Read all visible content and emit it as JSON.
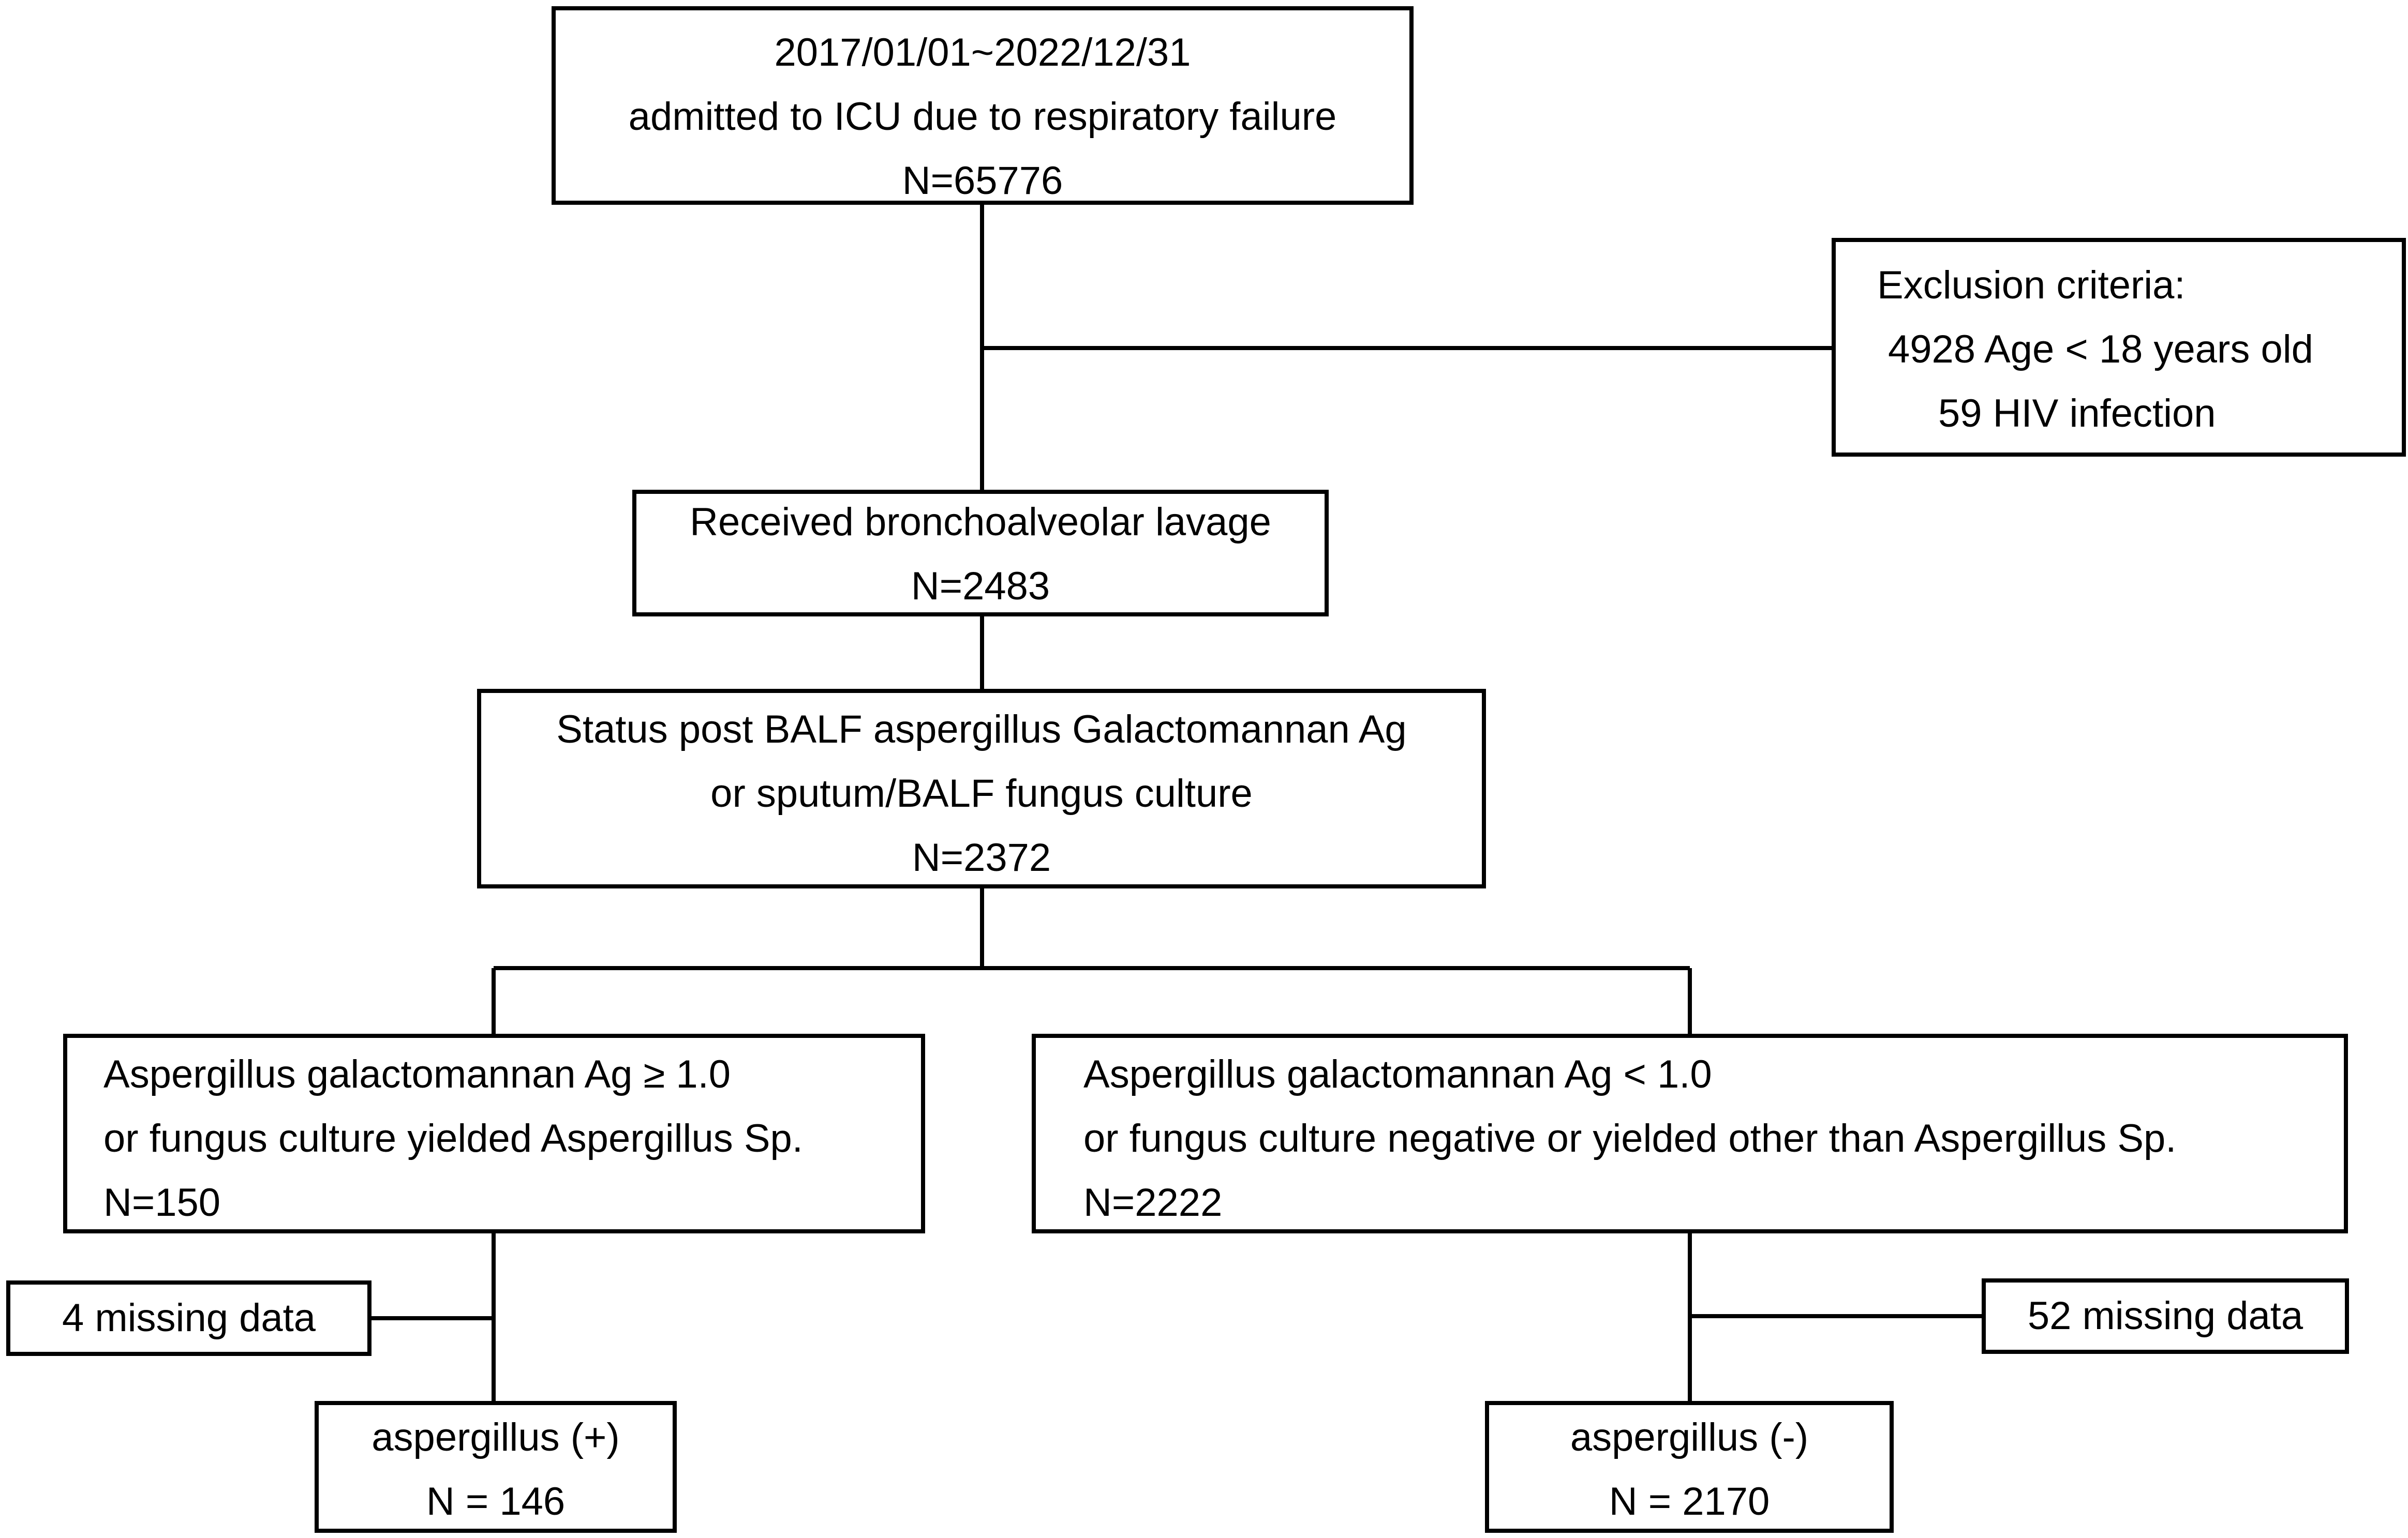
{
  "flow": {
    "admitted": {
      "lines": [
        "2017/01/01~2022/12/31",
        "admitted to ICU due to respiratory failure",
        "N=65776"
      ]
    },
    "exclusion": {
      "title": "Exclusion criteria:",
      "items": [
        "4928 Age < 18 years old",
        "59 HIV infection"
      ]
    },
    "lavage": {
      "lines": [
        "Received bronchoalveolar lavage",
        "N=2483"
      ]
    },
    "status_post": {
      "lines": [
        "Status post BALF aspergillus Galactomannan Ag",
        "or sputum/BALF fungus culture",
        "N=2372"
      ]
    },
    "positive_branch": {
      "lines": [
        "Aspergillus galactomannan Ag ≥ 1.0",
        "or fungus culture yielded Aspergillus Sp.",
        "N=150"
      ]
    },
    "negative_branch": {
      "lines": [
        "Aspergillus galactomannan Ag < 1.0",
        "or fungus culture negative or yielded other than Aspergillus Sp.",
        "N=2222"
      ]
    },
    "missing_left": {
      "label": "4 missing data"
    },
    "missing_right": {
      "label": "52 missing data"
    },
    "result_positive": {
      "lines": [
        "aspergillus (+)",
        "N = 146"
      ]
    },
    "result_negative": {
      "lines": [
        "aspergillus (-)",
        "N = 2170"
      ]
    }
  }
}
